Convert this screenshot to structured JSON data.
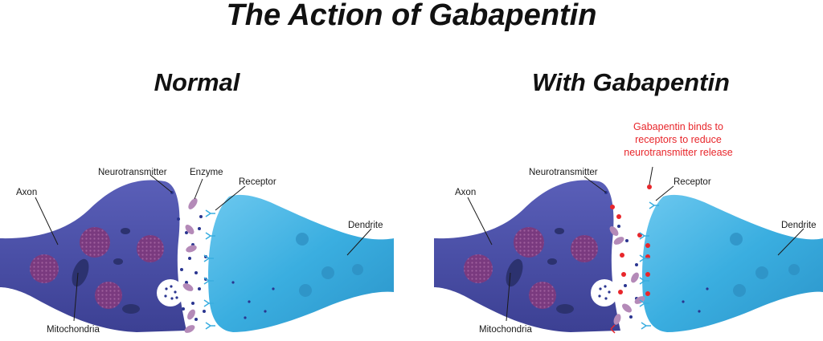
{
  "title": "The Action of Gabapentin",
  "panels": {
    "normal": {
      "heading": "Normal",
      "labels": {
        "axon": "Axon",
        "neurotransmitter": "Neurotransmitter",
        "enzyme": "Enzyme",
        "receptor": "Receptor",
        "dendrite": "Dendrite",
        "mitochondria": "Mitochondria"
      }
    },
    "gabapentin": {
      "heading": "With Gabapentin",
      "note": [
        "Gabapentin binds to",
        "receptors to reduce",
        "neurotransmitter release"
      ],
      "labels": {
        "axon": "Axon",
        "neurotransmitter": "Neurotransmitter",
        "receptor": "Receptor",
        "dendrite": "Dendrite",
        "mitochondria": "Mitochondria"
      }
    }
  },
  "colors": {
    "axon_fill": "#4a4fa6",
    "dendrite_fill": "#3aaee0",
    "vesicle_fill": "#7a3a7f",
    "enzyme_fill": "#b48ab8",
    "neurotransmitter_dot": "#2a3590",
    "gabapentin_dot": "#e8262b",
    "note_text": "#e8262b"
  }
}
